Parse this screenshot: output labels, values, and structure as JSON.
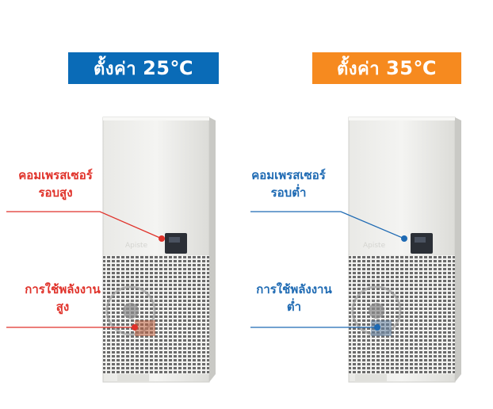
{
  "left": {
    "badge_prefix": "ตั้งค่า",
    "badge_value": "25℃",
    "badge_color": "#0a6bb7",
    "compressor_line1": "คอมเพรสเซอร์",
    "compressor_line2": "รอบสูง",
    "power_line1": "การใช้พลังงาน",
    "power_line2": "สูง",
    "accent_color": "#e0322a"
  },
  "right": {
    "badge_prefix": "ตั้งค่า",
    "badge_value": "35℃",
    "badge_color": "#f68a1f",
    "compressor_line1": "คอมเพรสเซอร์",
    "compressor_line2": "รอบต่ำ",
    "power_line1": "การใช้พลังงาน",
    "power_line2": "ต่ำ",
    "accent_color": "#1e6ab3"
  }
}
